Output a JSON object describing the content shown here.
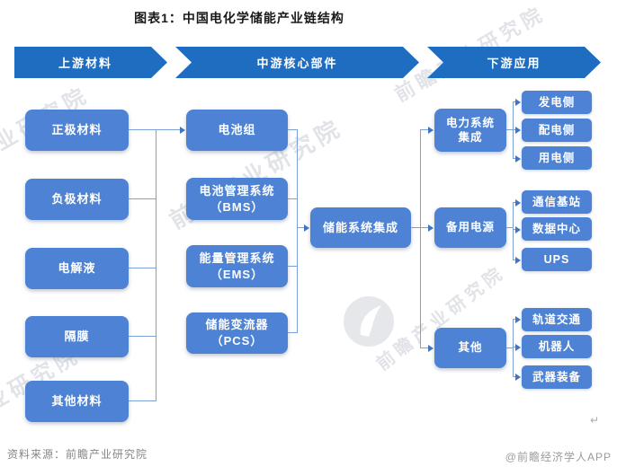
{
  "title": "图表1：中国电化学储能产业链结构",
  "stages": {
    "upstream": "上游材料",
    "midstream": "中游核心部件",
    "downstream": "下游应用"
  },
  "upstream": {
    "items": [
      "正极材料",
      "负极材料",
      "电解液",
      "隔膜",
      "其他材料"
    ]
  },
  "midstream": {
    "items": [
      {
        "line1": "电池组",
        "line2": ""
      },
      {
        "line1": "电池管理系统",
        "line2": "（BMS）"
      },
      {
        "line1": "能量管理系统",
        "line2": "（EMS）"
      },
      {
        "line1": "储能变流器",
        "line2": "（PCS）"
      }
    ],
    "integration": "储能系统集成"
  },
  "downstream": {
    "groups": [
      {
        "line1": "电力系统",
        "line2": "集成",
        "children": [
          "发电侧",
          "配电侧",
          "用电侧"
        ]
      },
      {
        "line1": "备用电源",
        "line2": "",
        "children": [
          "通信基站",
          "数据中心",
          "UPS"
        ]
      },
      {
        "line1": "其他",
        "line2": "",
        "children": [
          "轨道交通",
          "机器人",
          "武器装备"
        ]
      }
    ]
  },
  "watermark": {
    "text": "前瞻产业研究院"
  },
  "footer": {
    "source": "资料来源：前瞻产业研究院",
    "credit": "@前瞻经济学人APP",
    "return_mark": "↵"
  },
  "colors": {
    "banner_blue": "#1f6dc1",
    "box_blue": "#4d82d5",
    "connector_blue": "#7aa0d8",
    "arrowhead_blue": "#3f74c8",
    "watermark_gray": "#c4c9d2",
    "source_text_gray": "#868686"
  }
}
